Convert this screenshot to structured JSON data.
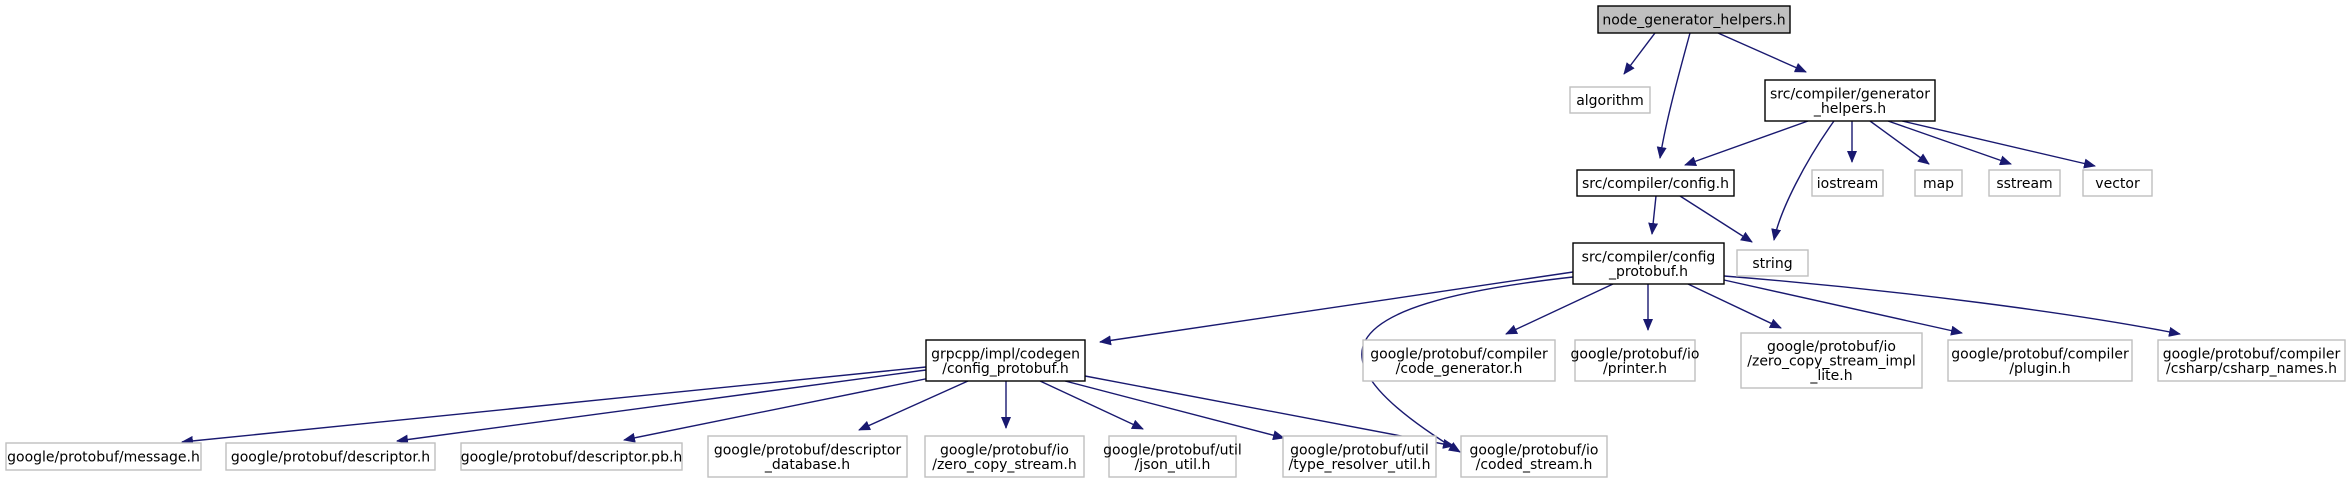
{
  "graph": {
    "colors": {
      "edge": "#191970",
      "documented_border": "#000000",
      "external_border": "#bfbfbf",
      "root_fill": "#bfbfbf",
      "text": "#000000"
    },
    "nodes": {
      "root": [
        "node_generator_helpers.h"
      ],
      "algorithm": [
        "algorithm"
      ],
      "generator_helpers": [
        "src/compiler/generator",
        "_helpers.h"
      ],
      "config": [
        "src/compiler/config.h"
      ],
      "iostream": [
        "iostream"
      ],
      "map": [
        "map"
      ],
      "sstream": [
        "sstream"
      ],
      "vector": [
        "vector"
      ],
      "string": [
        "string"
      ],
      "config_protobuf": [
        "src/compiler/config",
        "_protobuf.h"
      ],
      "codegen_config": [
        "grpcpp/impl/codegen",
        "/config_protobuf.h"
      ],
      "code_generator": [
        "google/protobuf/compiler",
        "/code_generator.h"
      ],
      "printer": [
        "google/protobuf/io",
        "/printer.h"
      ],
      "zcs_impl_lite": [
        "google/protobuf/io",
        "/zero_copy_stream_impl",
        "_lite.h"
      ],
      "plugin": [
        "google/protobuf/compiler",
        "/plugin.h"
      ],
      "csharp_names": [
        "google/protobuf/compiler",
        "/csharp/csharp_names.h"
      ],
      "message": [
        "google/protobuf/message.h"
      ],
      "descriptor": [
        "google/protobuf/descriptor.h"
      ],
      "descriptor_pb": [
        "google/protobuf/descriptor.pb.h"
      ],
      "descriptor_database": [
        "google/protobuf/descriptor",
        "_database.h"
      ],
      "zero_copy_stream": [
        "google/protobuf/io",
        "/zero_copy_stream.h"
      ],
      "json_util": [
        "google/protobuf/util",
        "/json_util.h"
      ],
      "type_resolver_util": [
        "google/protobuf/util",
        "/type_resolver_util.h"
      ],
      "coded_stream": [
        "google/protobuf/io",
        "/coded_stream.h"
      ]
    }
  }
}
